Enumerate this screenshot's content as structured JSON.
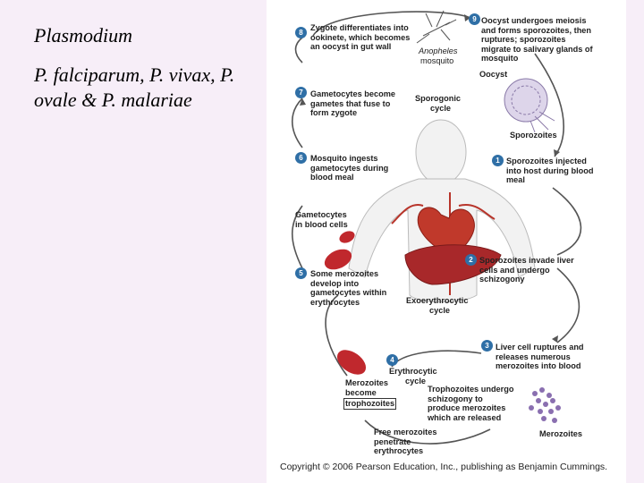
{
  "slide": {
    "title": "Plasmodium",
    "species": "P. falciparum, P. vivax, P. ovale & P. malariae"
  },
  "diagram": {
    "steps": [
      {
        "num": "1",
        "text": "Sporozoites injected into host during blood meal"
      },
      {
        "num": "2",
        "text": "Sporozoites invade liver cells and undergo schizogony"
      },
      {
        "num": "3",
        "text": "Liver cell ruptures and releases numerous merozoites into blood"
      },
      {
        "num": "4",
        "text": "Erythrocytic cycle"
      },
      {
        "num": "5",
        "text": "Some merozoites develop into gametocytes within erythrocytes"
      },
      {
        "num": "6",
        "text": "Mosquito ingests gametocytes during blood meal"
      },
      {
        "num": "7",
        "text": "Gametocytes become gametes that fuse to form zygote"
      },
      {
        "num": "8",
        "text": "Zygote differentiates into ookinete, which becomes an oocyst in gut wall"
      },
      {
        "num": "9",
        "text": "Oocyst undergoes meiosis and forms sporozoites, then ruptures; sporozoites migrate to salivary glands of mosquito"
      }
    ],
    "labels": {
      "anopheles": "Anopheles",
      "mosquito": "mosquito",
      "oocyst": "Oocyst",
      "sporogonic": "Sporogonic",
      "cycle": "cycle",
      "sporozoites": "Sporozoites",
      "gametocytes_blood": "Gametocytes",
      "in_blood_cells": "in blood cells",
      "exoerythrocytic": "Exoerythrocytic",
      "erythrocytic": "Erythrocytic",
      "merozoites_become": "Merozoites",
      "become": "become",
      "trophozoites": "trophozoites",
      "trophozoites_schizogony": "Trophozoites undergo schizogony to produce merozoites which are released",
      "free_merozoites": "Free merozoites penetrate erythrocytes",
      "merozoites": "Merozoites"
    },
    "copyright": "Copyright © 2006 Pearson Education, Inc., publishing as Benjamin Cummings."
  }
}
